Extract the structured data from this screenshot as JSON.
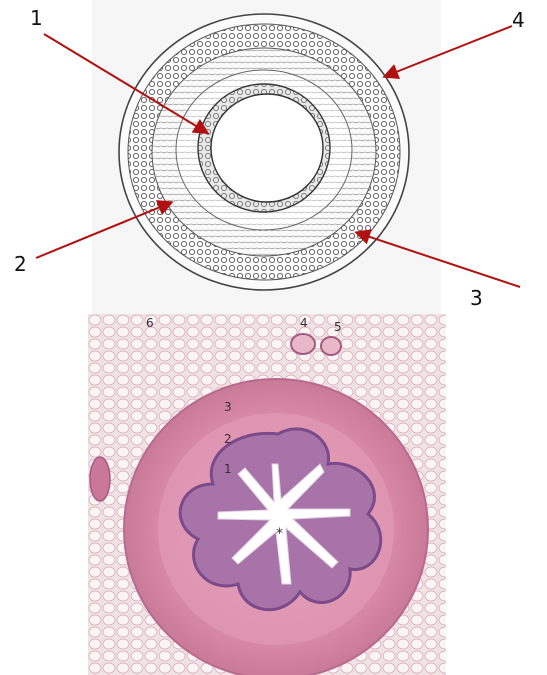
{
  "diagram": {
    "callouts": [
      "1",
      "2",
      "3",
      "4"
    ],
    "arrow_color": "#b01010"
  },
  "micrograph": {
    "labels": [
      "6",
      "4",
      "5",
      "3",
      "2",
      "1",
      "*"
    ],
    "stain_colors": {
      "muscle": "#d98aa8",
      "epithelium": "#8a5a9e",
      "background": "#f0e3e4",
      "lumen": "#ffffff"
    }
  }
}
